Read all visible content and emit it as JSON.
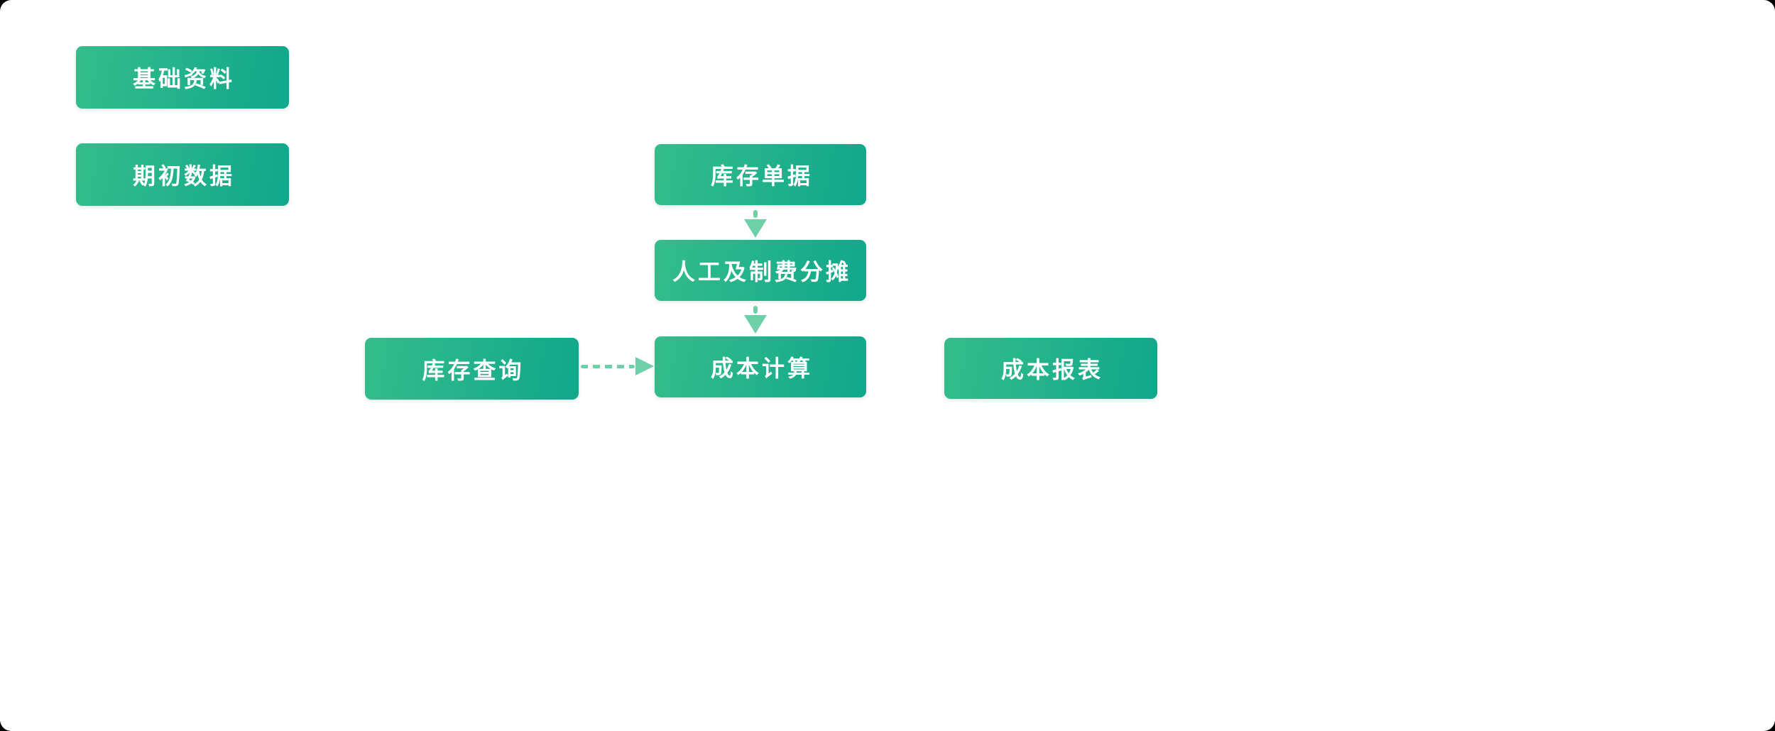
{
  "palette": {
    "box_gradient_start": "#35BD8B",
    "box_gradient_end": "#10A78B",
    "arrow_color": "#6FCFA8",
    "box_text_color": "#FFFFFF",
    "page_background": "#FFFFFF"
  },
  "diagram": {
    "nodes": [
      {
        "id": "basic-data",
        "label": "基础资料"
      },
      {
        "id": "opening-data",
        "label": "期初数据"
      },
      {
        "id": "inventory-documents",
        "label": "库存单据"
      },
      {
        "id": "labor-expense-allocation",
        "label": "人工及制费分摊"
      },
      {
        "id": "cost-calculation",
        "label": "成本计算"
      },
      {
        "id": "inventory-query",
        "label": "库存查询"
      },
      {
        "id": "cost-report",
        "label": "成本报表"
      }
    ],
    "edges": [
      {
        "from": "inventory-documents",
        "to": "labor-expense-allocation",
        "style": "dashed-arrow-down"
      },
      {
        "from": "labor-expense-allocation",
        "to": "cost-calculation",
        "style": "dashed-arrow-down"
      },
      {
        "from": "inventory-query",
        "to": "cost-calculation",
        "style": "dashed-arrow-right"
      }
    ]
  }
}
